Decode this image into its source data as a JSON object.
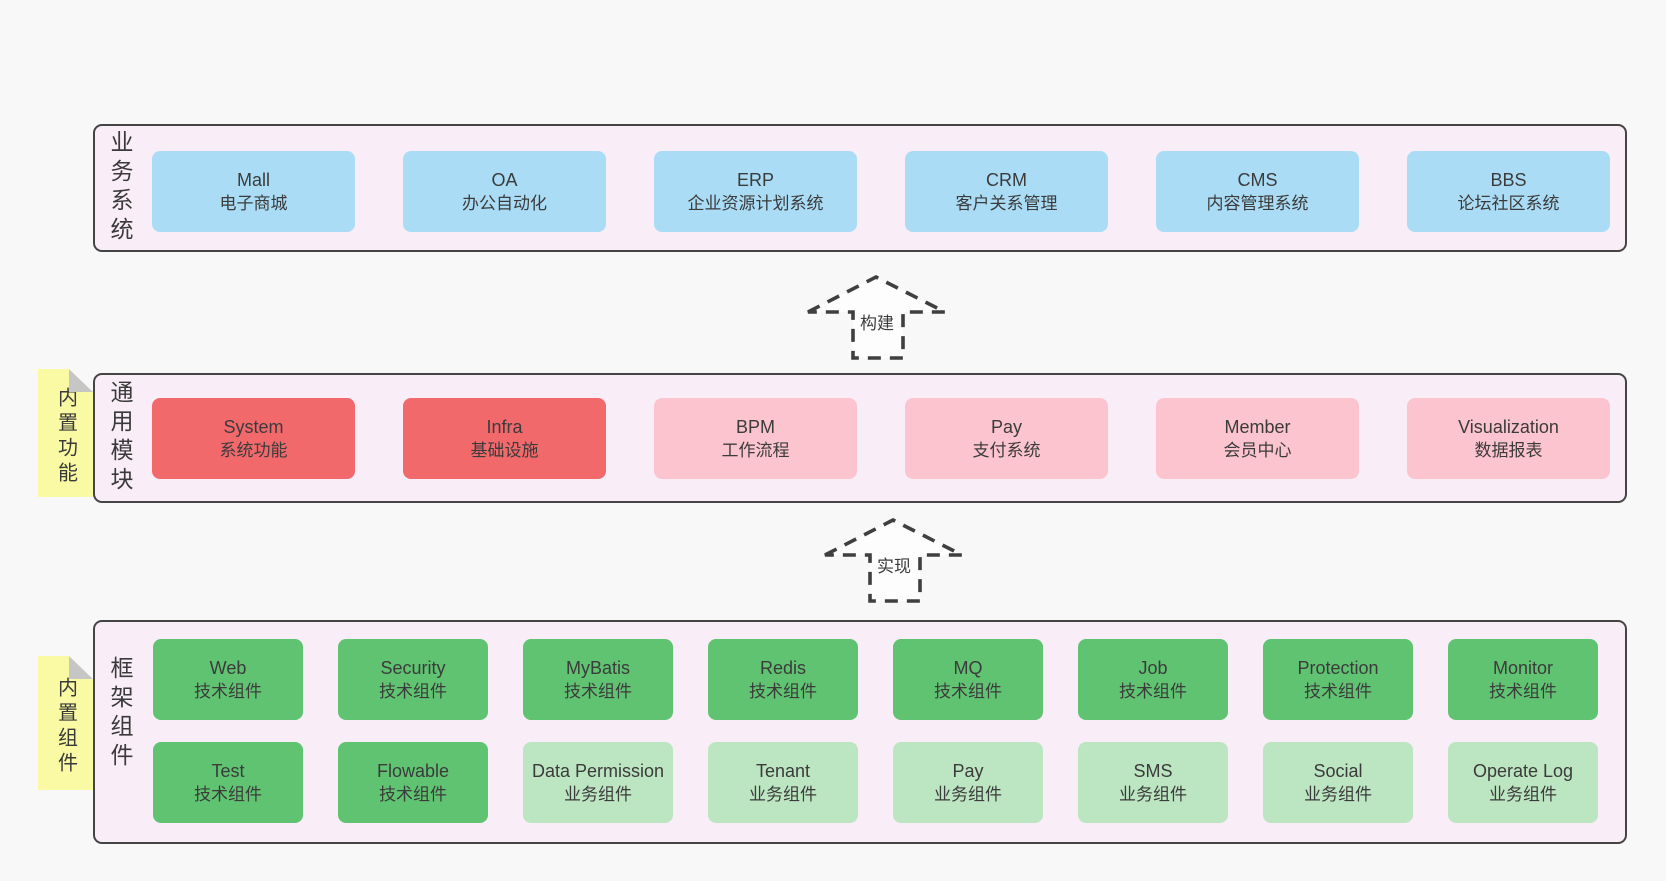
{
  "colors": {
    "page_bg": "#f8f8f8",
    "panel_bg": "#f9eef7",
    "panel_border": "#454545",
    "blue": "#aadcf6",
    "red": "#f2696c",
    "pink": "#fbc4cf",
    "green_dark": "#60c371",
    "green_light": "#bce5c1",
    "sticky_yellow": "#fafaa5",
    "fold_gray": "#c6c6c6",
    "text": "#3b3b3b"
  },
  "arrows": [
    {
      "label": "构建"
    },
    {
      "label": "实现"
    }
  ],
  "sections": {
    "business": {
      "label": "业务系统",
      "items": [
        {
          "name": "Mall",
          "desc": "电子商城",
          "variant": "blue"
        },
        {
          "name": "OA",
          "desc": "办公自动化",
          "variant": "blue"
        },
        {
          "name": "ERP",
          "desc": "企业资源计划系统",
          "variant": "blue"
        },
        {
          "name": "CRM",
          "desc": "客户关系管理",
          "variant": "blue"
        },
        {
          "name": "CMS",
          "desc": "内容管理系统",
          "variant": "blue"
        },
        {
          "name": "BBS",
          "desc": "论坛社区系统",
          "variant": "blue"
        }
      ]
    },
    "modules": {
      "label": "通用模块",
      "sticky": "内置功能",
      "items": [
        {
          "name": "System",
          "desc": "系统功能",
          "variant": "red"
        },
        {
          "name": "Infra",
          "desc": "基础设施",
          "variant": "red"
        },
        {
          "name": "BPM",
          "desc": "工作流程",
          "variant": "pink"
        },
        {
          "name": "Pay",
          "desc": "支付系统",
          "variant": "pink"
        },
        {
          "name": "Member",
          "desc": "会员中心",
          "variant": "pink"
        },
        {
          "name": "Visualization",
          "desc": "数据报表",
          "variant": "pink"
        }
      ]
    },
    "framework": {
      "label": "框架组件",
      "sticky": "内置组件",
      "rows": [
        [
          {
            "name": "Web",
            "desc": "技术组件",
            "variant": "green-dark"
          },
          {
            "name": "Security",
            "desc": "技术组件",
            "variant": "green-dark"
          },
          {
            "name": "MyBatis",
            "desc": "技术组件",
            "variant": "green-dark"
          },
          {
            "name": "Redis",
            "desc": "技术组件",
            "variant": "green-dark"
          },
          {
            "name": "MQ",
            "desc": "技术组件",
            "variant": "green-dark"
          },
          {
            "name": "Job",
            "desc": "技术组件",
            "variant": "green-dark"
          },
          {
            "name": "Protection",
            "desc": "技术组件",
            "variant": "green-dark"
          },
          {
            "name": "Monitor",
            "desc": "技术组件",
            "variant": "green-dark"
          }
        ],
        [
          {
            "name": "Test",
            "desc": "技术组件",
            "variant": "green-dark"
          },
          {
            "name": "Flowable",
            "desc": "技术组件",
            "variant": "green-dark"
          },
          {
            "name": "Data Permission",
            "desc": "业务组件",
            "variant": "green-light"
          },
          {
            "name": "Tenant",
            "desc": "业务组件",
            "variant": "green-light"
          },
          {
            "name": "Pay",
            "desc": "业务组件",
            "variant": "green-light"
          },
          {
            "name": "SMS",
            "desc": "业务组件",
            "variant": "green-light"
          },
          {
            "name": "Social",
            "desc": "业务组件",
            "variant": "green-light"
          },
          {
            "name": "Operate Log",
            "desc": "业务组件",
            "variant": "green-light"
          }
        ]
      ]
    }
  }
}
